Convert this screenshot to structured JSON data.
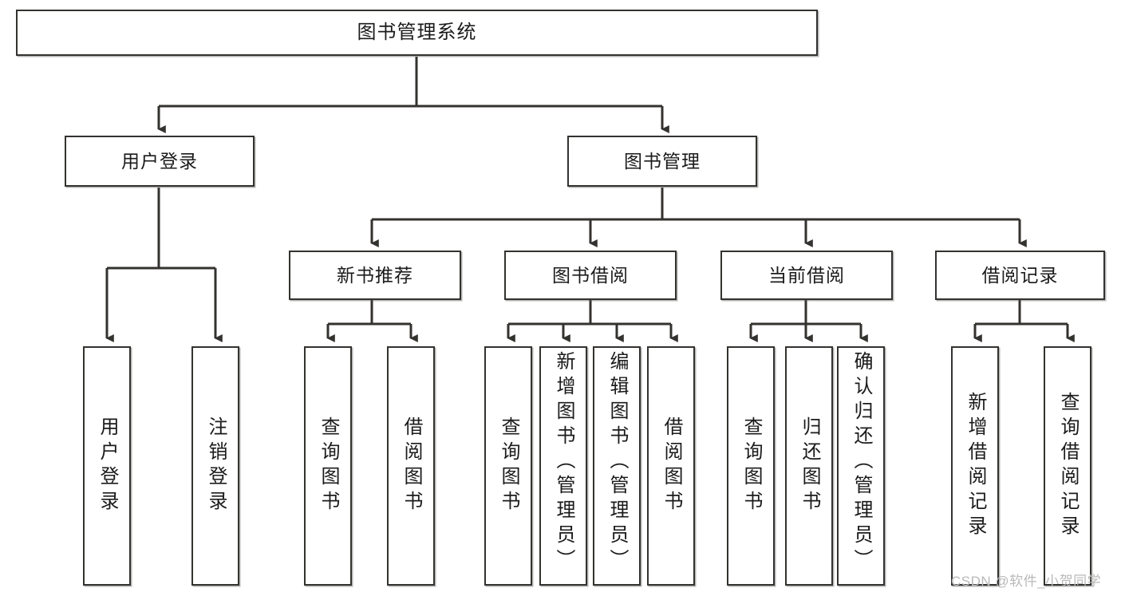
{
  "diagram": {
    "title": "图书管理系统",
    "type": "tree-hierarchy-chart",
    "watermark": "CSDN @软件_小贺同学",
    "colors": {
      "stroke": "#33322f",
      "fill": "#ffffff",
      "text": "#1b1b1b",
      "watermark": "#b9b9b9"
    },
    "nodes": {
      "root": {
        "label": "图书管理系统"
      },
      "level2": [
        {
          "id": "user-login",
          "label": "用户登录"
        },
        {
          "id": "book-manage",
          "label": "图书管理"
        }
      ],
      "level3": [
        {
          "id": "new-book-recommend",
          "label": "新书推荐"
        },
        {
          "id": "book-borrow",
          "label": "图书借阅"
        },
        {
          "id": "current-borrow",
          "label": "当前借阅"
        },
        {
          "id": "borrow-record",
          "label": "借阅记录"
        }
      ],
      "leaves": {
        "user-login": [
          {
            "id": "leaf-user-login",
            "label": "用户登录"
          },
          {
            "id": "leaf-user-logout",
            "label": "注销登录"
          }
        ],
        "new-book-recommend": [
          {
            "id": "leaf-query-book-1",
            "label": "查询图书"
          },
          {
            "id": "leaf-borrow-book-1",
            "label": "借阅图书"
          }
        ],
        "book-borrow": [
          {
            "id": "leaf-query-book-2",
            "label": "查询图书"
          },
          {
            "id": "leaf-add-book",
            "label": "新增图书（管理员）"
          },
          {
            "id": "leaf-edit-book",
            "label": "编辑图书（管理员）"
          },
          {
            "id": "leaf-borrow-book-2",
            "label": "借阅图书"
          }
        ],
        "current-borrow": [
          {
            "id": "leaf-query-book-3",
            "label": "查询图书"
          },
          {
            "id": "leaf-return-book",
            "label": "归还图书"
          },
          {
            "id": "leaf-confirm-return",
            "label": "确认归还（管理员）"
          }
        ],
        "borrow-record": [
          {
            "id": "leaf-add-record",
            "label": "新增借阅记录"
          },
          {
            "id": "leaf-query-record",
            "label": "查询借阅记录"
          }
        ]
      }
    }
  }
}
